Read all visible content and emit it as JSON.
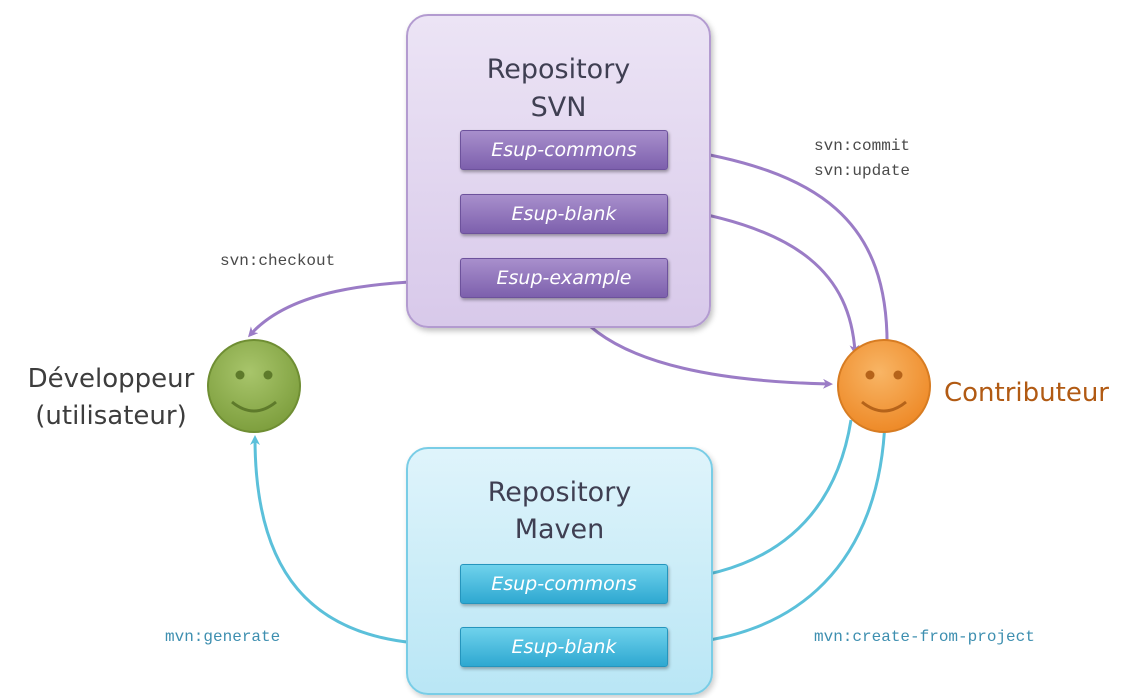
{
  "svn_repository": {
    "title_line1": "Repository",
    "title_line2": "SVN",
    "modules": [
      "Esup-commons",
      "Esup-blank",
      "Esup-example"
    ]
  },
  "maven_repository": {
    "title_line1": "Repository",
    "title_line2": "Maven",
    "modules": [
      "Esup-commons",
      "Esup-blank"
    ]
  },
  "developer": {
    "label_line1": "Développeur",
    "label_line2": "(utilisateur)"
  },
  "contributor": {
    "label": "Contributeur"
  },
  "commands": {
    "commit": "svn:commit",
    "update": "svn:update",
    "checkout": "svn:checkout",
    "generate": "mvn:generate",
    "create_from_project": "mvn:create-from-project"
  },
  "colors": {
    "svn_arrow": "#9b7cc6",
    "maven_arrow": "#5bc0da",
    "developer_face": "#8cad4c",
    "contributor_face": "#f29a3a",
    "contributor_text": "#b15a13"
  }
}
